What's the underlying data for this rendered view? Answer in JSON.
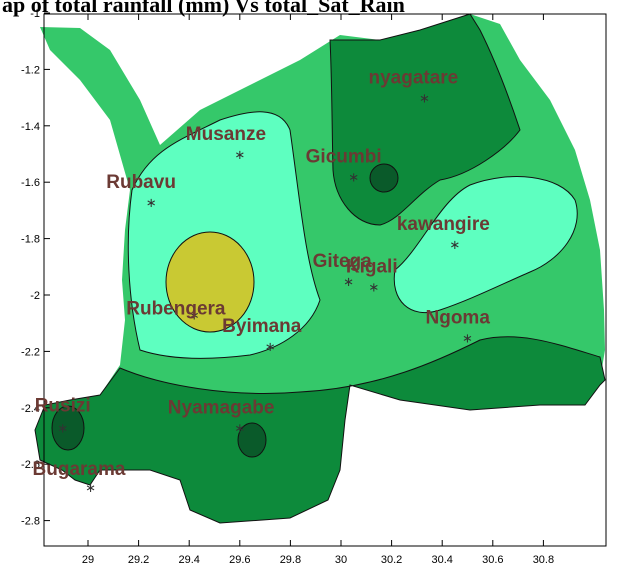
{
  "title": "ap of total rainfall (mm) Vs total_Sat_Rain",
  "colors": {
    "background": "#ffffff",
    "axis": "#000000",
    "label": "#6b3a34",
    "contour_line": "#111111",
    "zone_darkest": "#0a5a2a",
    "zone_dark": "#0d8a3b",
    "zone_mid": "#35c86a",
    "zone_light": "#5effc0",
    "zone_peak": "#c9c933"
  },
  "axes": {
    "x_ticks": [
      "29",
      "29.2",
      "29.4",
      "29.6",
      "29.8",
      "30",
      "30.2",
      "30.4",
      "30.6",
      "30.8"
    ],
    "y_ticks": [
      "-1",
      "-1.2",
      "-1.4",
      "-1.6",
      "-1.8",
      "-2",
      "-2.2",
      "-2.4",
      "-2.6",
      "-2.8"
    ]
  },
  "stations": [
    {
      "name": "nyagatare",
      "lon": 30.33,
      "lat": -1.3
    },
    {
      "name": "Musanze",
      "lon": 29.6,
      "lat": -1.5
    },
    {
      "name": "Gicumbi",
      "lon": 30.05,
      "lat": -1.58
    },
    {
      "name": "Rubavu",
      "lon": 29.25,
      "lat": -1.67
    },
    {
      "name": "kawangire",
      "lon": 30.45,
      "lat": -1.82
    },
    {
      "name": "Gitega",
      "lon": 30.03,
      "lat": -1.95
    },
    {
      "name": "Kigali",
      "lon": 30.13,
      "lat": -1.97
    },
    {
      "name": "Rubengera",
      "lon": 29.42,
      "lat": -2.07
    },
    {
      "name": "Byimana",
      "lon": 29.72,
      "lat": -2.18
    },
    {
      "name": "Ngoma",
      "lon": 30.5,
      "lat": -2.15
    },
    {
      "name": "Rusizi",
      "lon": 28.9,
      "lat": -2.47
    },
    {
      "name": "Nyamagabe",
      "lon": 29.6,
      "lat": -2.47
    },
    {
      "name": "Bugarama",
      "lon": 29.01,
      "lat": -2.68
    }
  ]
}
